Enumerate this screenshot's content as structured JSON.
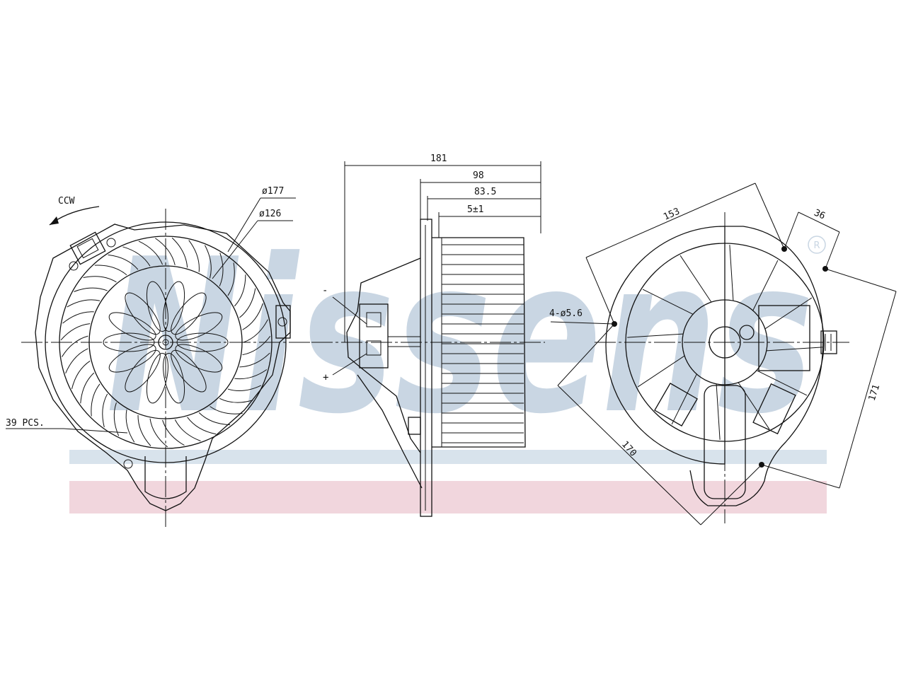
{
  "watermark": {
    "brand": "Nissens",
    "registered_mark": "®",
    "colors": {
      "logo_text": "#c9d6e3",
      "stripe_top": "#d8e3ec",
      "stripe_bottom": "#f1d6dd"
    }
  },
  "front_view": {
    "rotation_label": "CCW",
    "outer_diameter_label": "ø177",
    "inner_diameter_label": "ø126",
    "blade_count_label": "39 PCS."
  },
  "side_view": {
    "overall_length_label": "181",
    "wheel_length_label": "98",
    "blade_length_label": "83.5",
    "offset_label": "5±1",
    "negative_terminal_label": "-",
    "positive_terminal_label": "+"
  },
  "back_view": {
    "width_label": "153",
    "hole_spacing_label": "36",
    "mount_holes_label": "4-ø5.6",
    "diagonal_label": "170",
    "height_label": "171"
  }
}
